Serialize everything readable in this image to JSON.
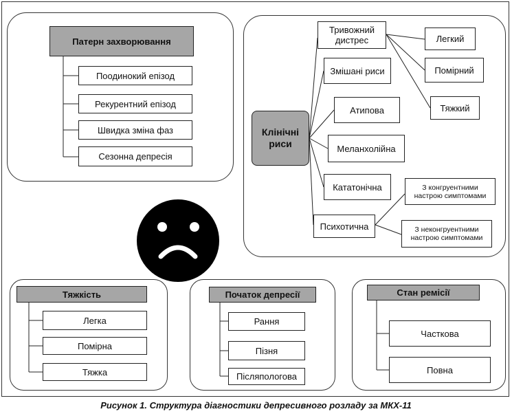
{
  "pattern": {
    "title": "Патерн захворювання",
    "items": [
      "Поодинокий епізод",
      "Рекурентний епізод",
      "Швидка зміна фаз",
      "Сезонна депресія"
    ]
  },
  "clinical": {
    "title": "Клінічні риси",
    "items": [
      "Тривожний дистрес",
      "Змішані риси",
      "Атипова",
      "Меланхолійна",
      "Кататонічна",
      "Психотична"
    ],
    "distress_levels": [
      "Легкий",
      "Помірний",
      "Тяжкий"
    ],
    "psychotic_types": [
      "З конгруентними настрою симптомами",
      "З неконгруентними настрою симптомами"
    ]
  },
  "severity": {
    "title": "Тяжкість",
    "items": [
      "Легка",
      "Помірна",
      "Тяжка"
    ]
  },
  "onset": {
    "title": "Початок депресії",
    "items": [
      "Рання",
      "Пізня",
      "Післяпологова"
    ]
  },
  "remission": {
    "title": "Стан ремісії",
    "items": [
      "Часткова",
      "Повна"
    ]
  },
  "caption": "Рисунок 1. Структура діагностики депресивного розладу за МКХ-11",
  "colors": {
    "header_fill": "#a6a6a6",
    "face": "#000000",
    "border": "#222222"
  }
}
